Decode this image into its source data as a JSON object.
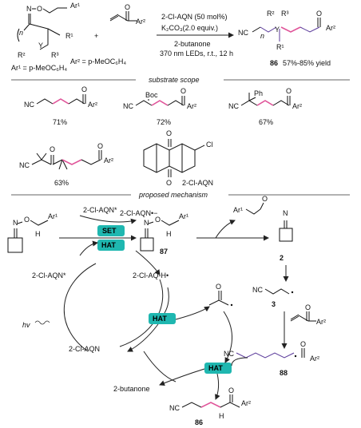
{
  "reaction": {
    "reactant1": {
      "ar1_def": "Ar¹ = p-MeOC₆H₄",
      "labels": {
        "o": "O",
        "ar1": "Ar¹",
        "n": "n",
        "r1": "R¹",
        "r2": "R²",
        "r3": "R³",
        "y": "Y",
        "n_atom": "N"
      }
    },
    "plus": "+",
    "reactant2": {
      "ar2": "Ar²",
      "ar2_def": "Ar² = p-MeOC₆H₄"
    },
    "conditions": {
      "catalyst": "2-Cl-AQN (50 mol%)",
      "base": "K₂CO₃(2.0 equiv.)",
      "solvent": "2-butanone",
      "light": "370 nm LEDs, r.t., 12 h"
    },
    "product": {
      "label": "86",
      "yield": "57%-85% yield",
      "nc": "NC",
      "r1": "R¹",
      "r2": "R²",
      "r3": "R³",
      "n": "n",
      "y": "Y",
      "ar2": "Ar²",
      "o": "O"
    }
  },
  "substrate_scope": {
    "title": "substrate scope",
    "items": [
      {
        "yield": "71%",
        "subst": "",
        "nc": "NC",
        "ar": "Ar²",
        "o": "O"
      },
      {
        "yield": "72%",
        "subst": "Boc",
        "nc": "NC",
        "ar": "Ar²",
        "o": "O"
      },
      {
        "yield": "67%",
        "subst": "Ph",
        "nc": "NC",
        "ar": "Ar²",
        "o": "O"
      },
      {
        "yield": "63%",
        "subst": "",
        "nc": "NC",
        "ar": "Ar²",
        "o": "O"
      }
    ],
    "catalyst": {
      "label": "2-Cl-AQN",
      "cl": "Cl",
      "o": "O"
    }
  },
  "mechanism": {
    "title": "proposed mechanism",
    "catalyst_excited": "2-Cl-AQN*",
    "catalyst_radical_anion": "2-Cl-AQN•−",
    "catalyst_ground": "2-Cl-AQN",
    "catalyst_h": "2-Cl-AQ-H•",
    "hv": "hv",
    "set": "SET",
    "hat": "HAT",
    "butanone": "2-butanone",
    "ar1": "Ar¹",
    "cmpd87": "87",
    "cmpd2": "2",
    "cmpd3": "3",
    "cmpd88": "88",
    "cmpd86": "86",
    "ar2": "Ar²",
    "nc": "NC",
    "n_rad": "N",
    "o": "O",
    "h": "H"
  },
  "colors": {
    "hat_box": "#1fb7b0",
    "set_box": "#1fb7b0",
    "pink": "#e0559a",
    "purple": "#5a3a9a"
  }
}
